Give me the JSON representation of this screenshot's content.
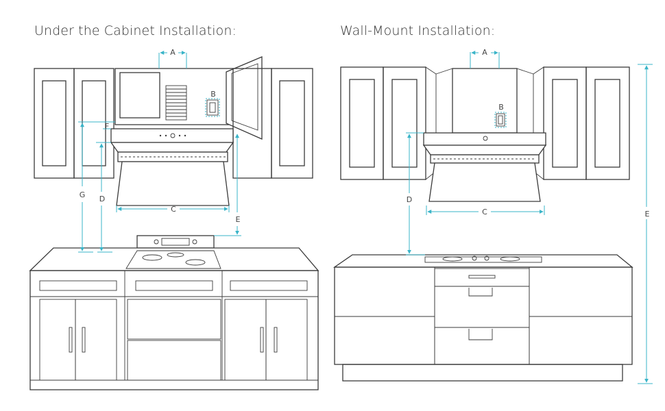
{
  "titles": {
    "left": "Under the Cabinet Installation:",
    "right": "Wall-Mount Installation:"
  },
  "dimension_labels": {
    "left": {
      "a": "A",
      "b": "B",
      "c": "C",
      "d": "D",
      "e": "E",
      "f": "F",
      "g": "G"
    },
    "right": {
      "a": "A",
      "b": "B",
      "c": "C",
      "d": "D",
      "e": "E"
    }
  },
  "colors": {
    "dimension_line": "#39b4c8",
    "outline": "#3a3a3a",
    "title_text": "#333333"
  }
}
